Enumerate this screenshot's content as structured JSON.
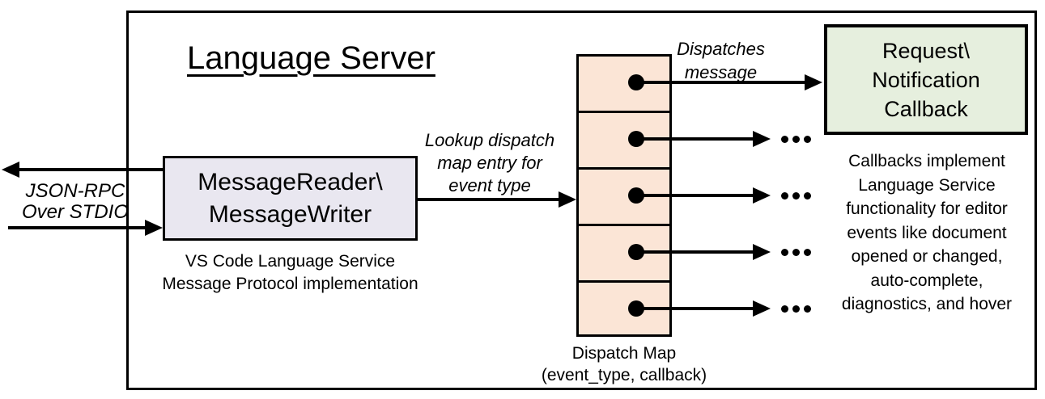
{
  "title": "Language Server",
  "reader_box": {
    "lines": [
      "MessageReader\\",
      "MessageWriter"
    ]
  },
  "reader_caption": {
    "lines": [
      "VS Code Language Service",
      "Message Protocol implementation"
    ]
  },
  "stdio_label": {
    "lines": [
      "JSON-RPC",
      "Over STDIO"
    ]
  },
  "lookup_label": {
    "lines": [
      "Lookup dispatch",
      "map entry for",
      "event type"
    ]
  },
  "dispatches_label": {
    "lines": [
      "Dispatches",
      "message"
    ]
  },
  "callback_box": {
    "lines": [
      "Request\\",
      "Notification",
      "Callback"
    ]
  },
  "callback_caption": {
    "lines": [
      "Callbacks implement",
      "Language Service",
      "functionality for editor",
      "events like document",
      "opened or changed,",
      "auto-complete,",
      "diagnostics, and hover"
    ]
  },
  "dispatch_map": {
    "caption_lines": [
      "Dispatch Map",
      "(event_type, callback)"
    ],
    "row_count": 5,
    "ellipsis": "..."
  },
  "colors": {
    "reader_box_fill": "#e9e7f0",
    "callback_box_fill": "#e6efde",
    "dispatch_map_fill": "#fbe5d6",
    "stroke": "#000000",
    "background": "#ffffff"
  }
}
